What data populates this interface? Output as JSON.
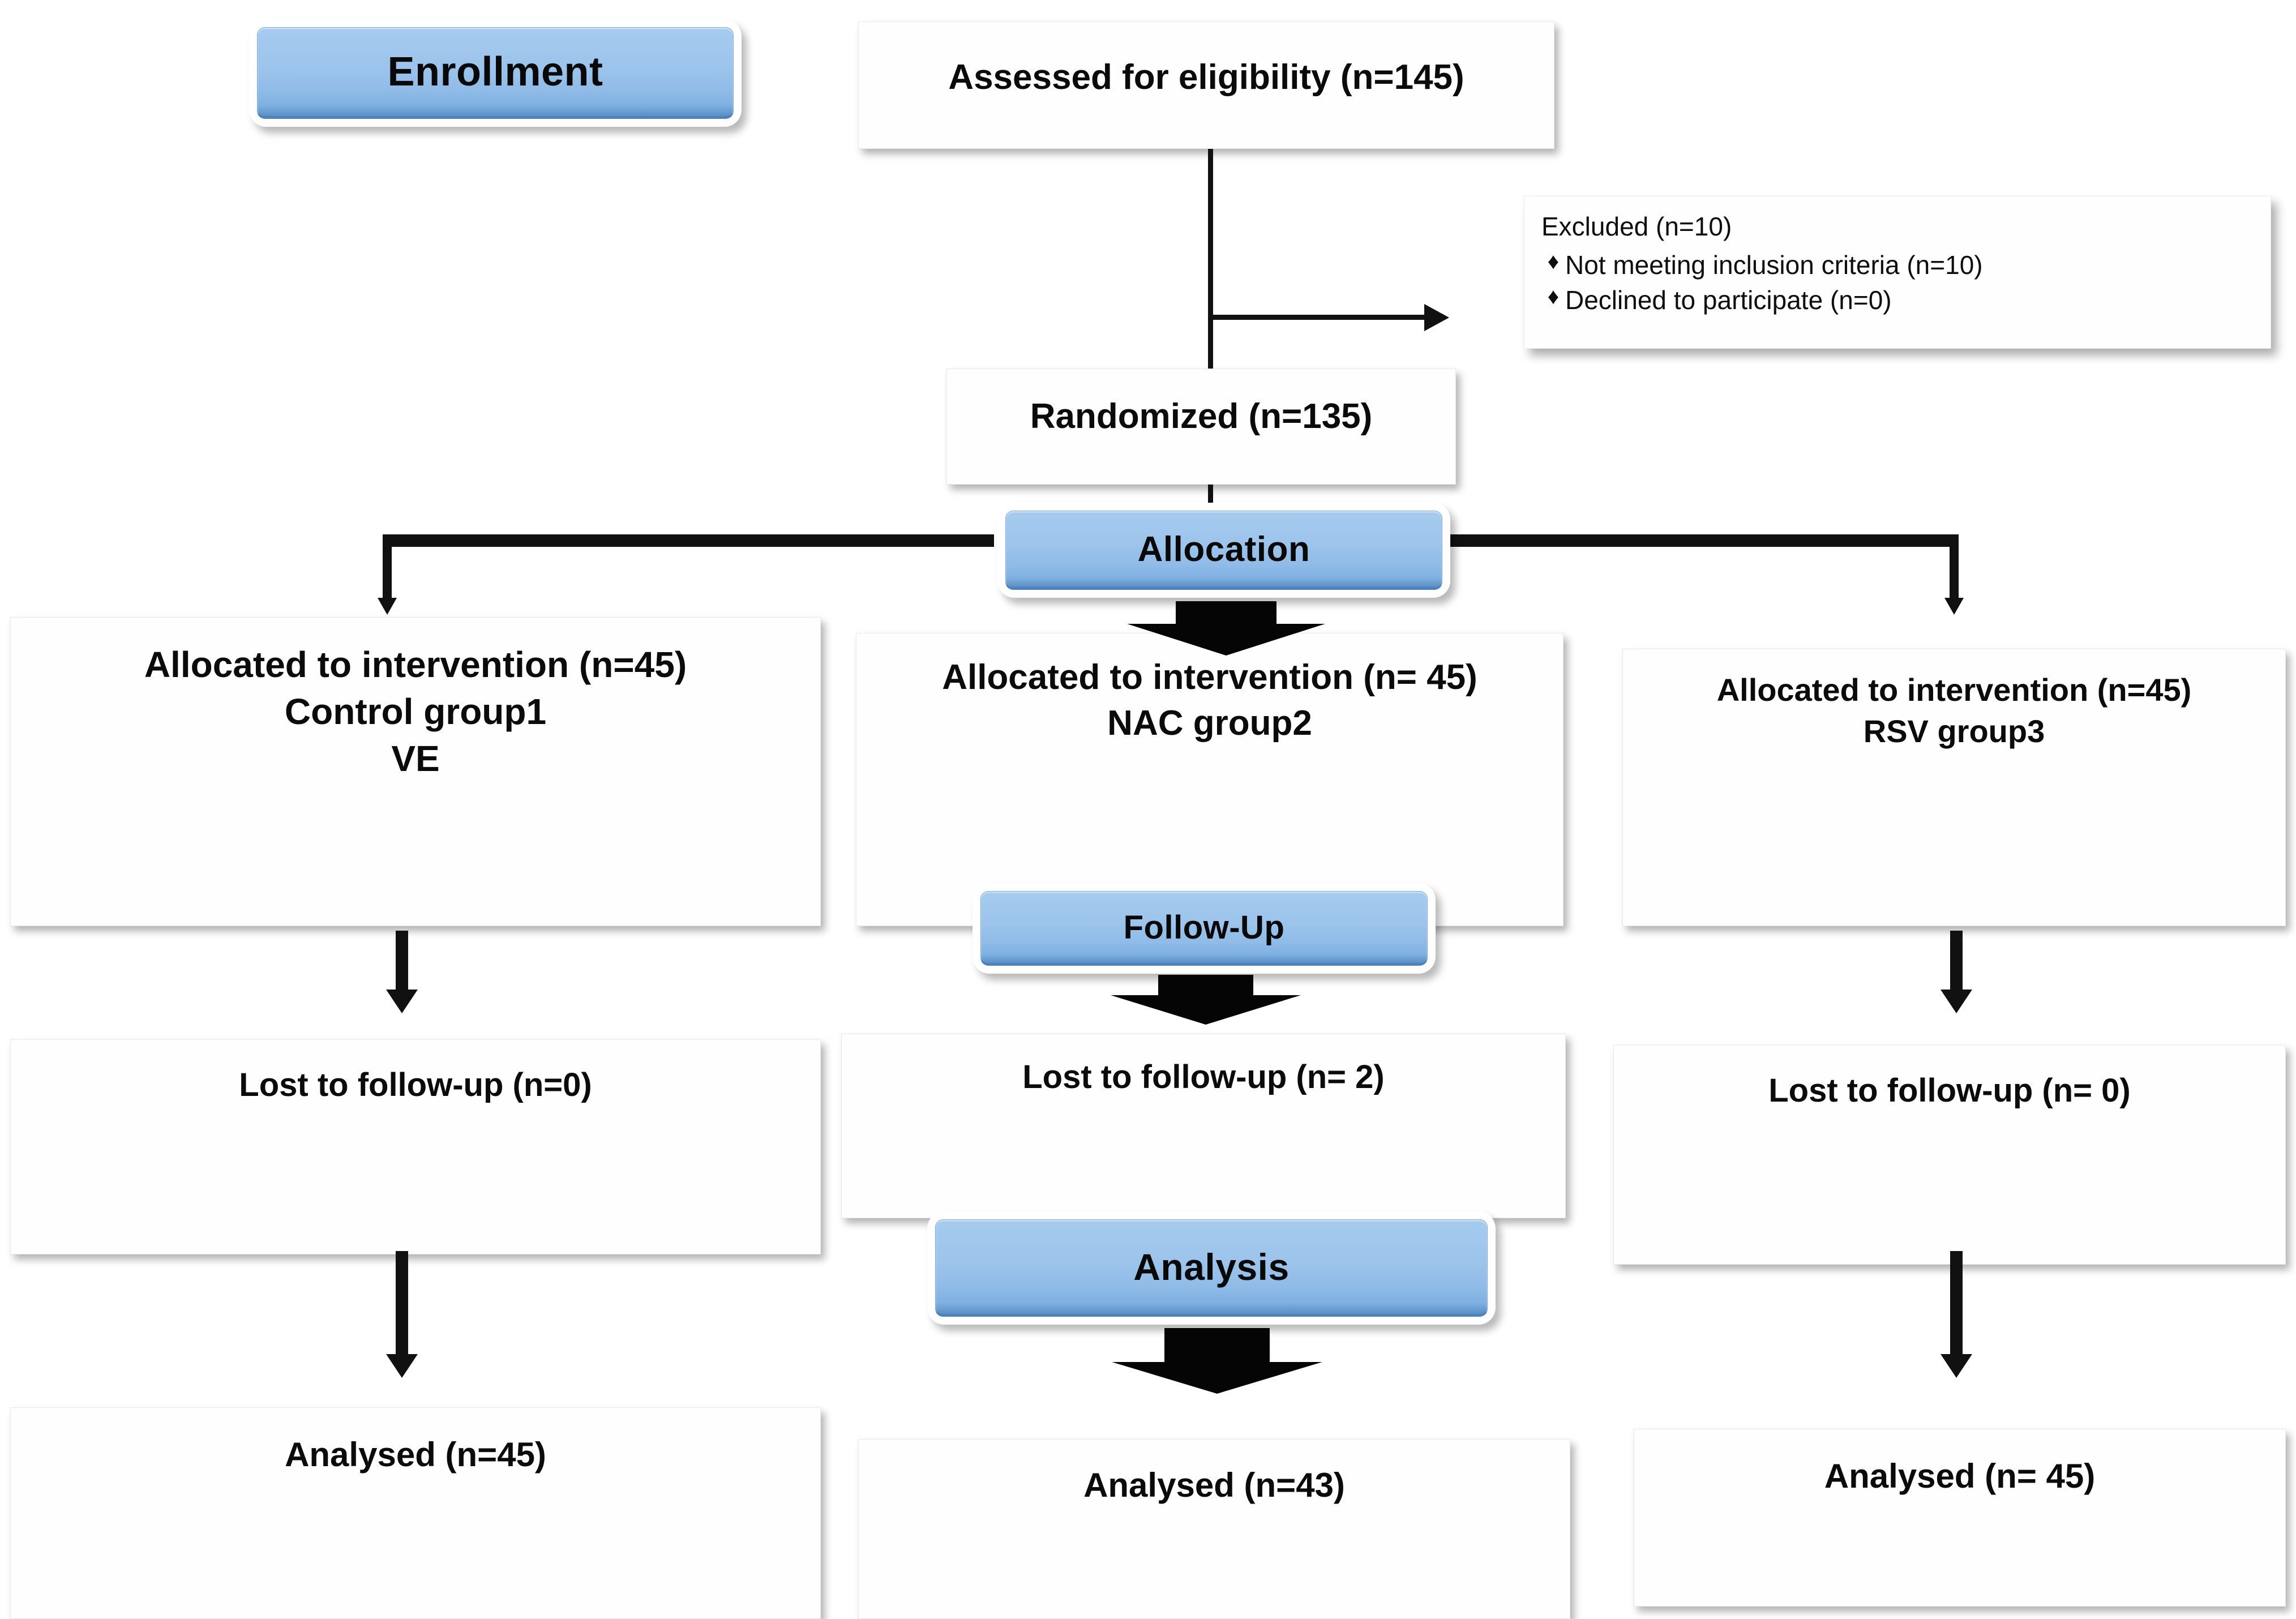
{
  "diagram": {
    "title": "CONSORT participant flow diagram",
    "accent_blue": "#9cc4ec",
    "accent_blue_dark": "#5b8fc4",
    "line_color": "#111111",
    "box_background": "#fefefe"
  },
  "stages": {
    "enrollment": "Enrollment",
    "allocation": "Allocation",
    "followup": "Follow-Up",
    "analysis": "Analysis"
  },
  "boxes": {
    "assessed": {
      "line1": "Assessed for eligibility (n=145)"
    },
    "randomized": {
      "line1": "Randomized (n=135)"
    },
    "excluded": {
      "heading": "Excluded (n=10)",
      "bullet_glyph": "♦",
      "items": [
        "Not meeting inclusion criteria (n=10)",
        "Declined to participate (n=0)"
      ]
    },
    "alloc_left": {
      "line1": "Allocated to intervention (n=45)",
      "line2": "Control group1",
      "line3": "VE"
    },
    "alloc_mid": {
      "line1": "Allocated to intervention (n= 45)",
      "line2": "NAC group2"
    },
    "alloc_right": {
      "line1": "Allocated to intervention (n=45)",
      "line2": "RSV group3"
    },
    "lost_left": {
      "line1": "Lost to follow-up (n=0)"
    },
    "lost_mid": {
      "line1": "Lost to follow-up (n= 2)"
    },
    "lost_right": {
      "line1": "Lost to follow-up (n= 0)"
    },
    "analysed_left": {
      "line1": "Analysed (n=45)"
    },
    "analysed_mid": {
      "line1": "Analysed (n=43)"
    },
    "analysed_right": {
      "line1": "Analysed (n= 45)"
    }
  }
}
